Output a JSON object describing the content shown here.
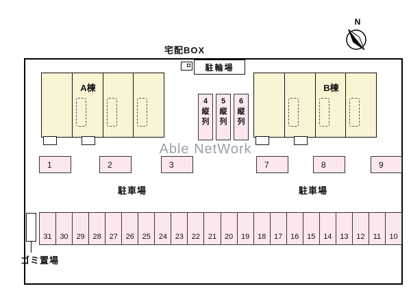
{
  "watermark": "Able NetWork",
  "compass_label": "N",
  "top": {
    "delivery_box_label": "宅配BOX",
    "bicycle_parking_label": "駐輪場"
  },
  "buildings": {
    "a": {
      "name": "A棟"
    },
    "b": {
      "name": "B棟"
    }
  },
  "tandem_spaces": [
    {
      "number": "4",
      "label": "縦列"
    },
    {
      "number": "5",
      "label": "縦列"
    },
    {
      "number": "6",
      "label": "縦列"
    }
  ],
  "row_spaces": {
    "left": [
      "1",
      "2",
      "3"
    ],
    "right": [
      "7",
      "8",
      "9"
    ]
  },
  "parking_label_left": "駐車場",
  "parking_label_right": "駐車場",
  "bottom_spaces": [
    "31",
    "30",
    "29",
    "28",
    "27",
    "26",
    "25",
    "24",
    "23",
    "22",
    "21",
    "20",
    "19",
    "18",
    "17",
    "16",
    "15",
    "14",
    "13",
    "12",
    "11",
    "10"
  ],
  "garbage_label": "ゴミ置場",
  "colors": {
    "building_fill": "#f9f4d3",
    "parking_fill": "#fde7ef"
  }
}
